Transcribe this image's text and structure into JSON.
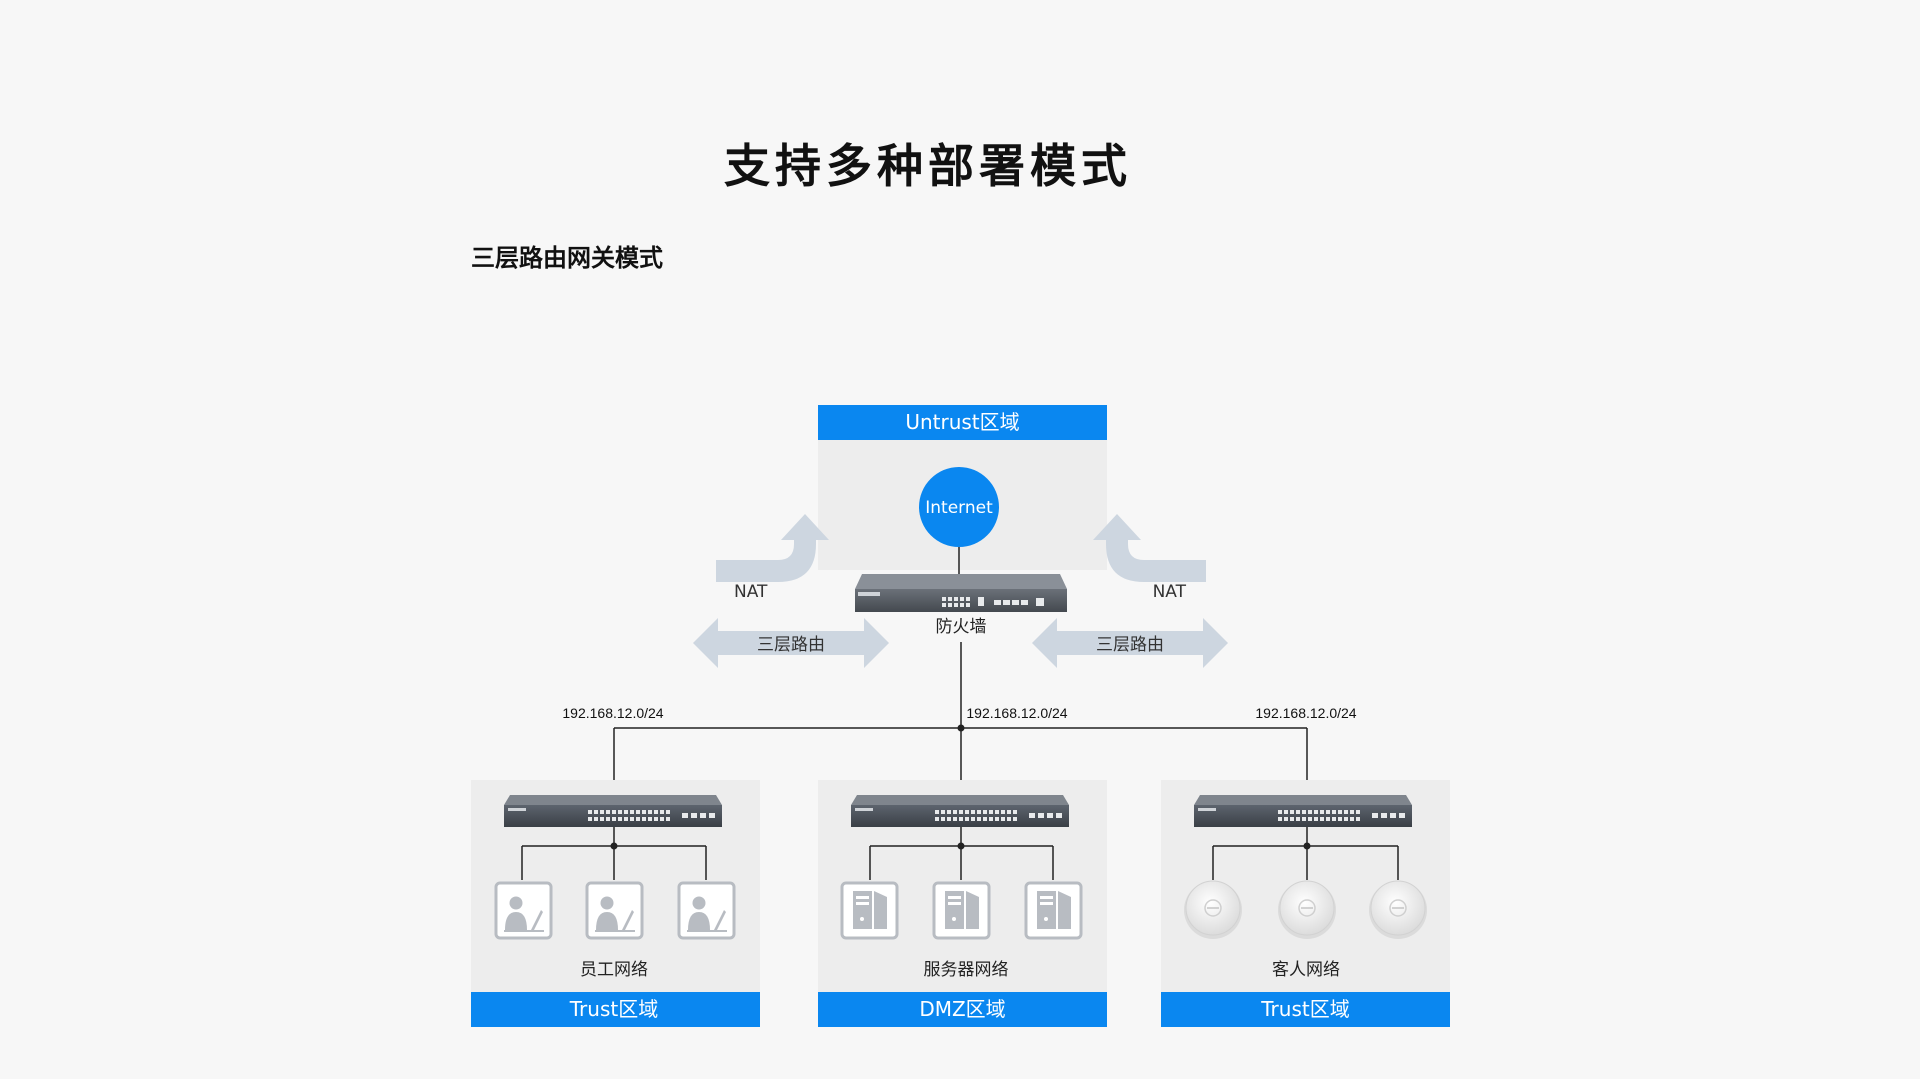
{
  "heading": "支持多种部署模式",
  "subheading": "三层路由网关模式",
  "colors": {
    "zone_blue": "#0a87f0",
    "panel_gray": "#ededed",
    "arrow_gray": "#cdd6e0",
    "background": "#f7f7f7"
  },
  "untrust": {
    "label": "Untrust区域",
    "internet": "Internet"
  },
  "firewall": {
    "label": "防火墙",
    "icon": "firewall-device-icon"
  },
  "arrows": {
    "nat_left": "NAT",
    "nat_right": "NAT",
    "route_left": "三层路由",
    "route_right": "三层路由"
  },
  "ips": {
    "left": "192.168.12.0/24",
    "center": "192.168.12.0/24",
    "right": "192.168.12.0/24"
  },
  "zones": [
    {
      "zone_label": "Trust区域",
      "network_label": "员工网络",
      "device_icon": "employee-terminal-icon"
    },
    {
      "zone_label": "DMZ区域",
      "network_label": "服务器网络",
      "device_icon": "server-icon"
    },
    {
      "zone_label": "Trust区域",
      "network_label": "客人网络",
      "device_icon": "wireless-ap-icon"
    }
  ]
}
